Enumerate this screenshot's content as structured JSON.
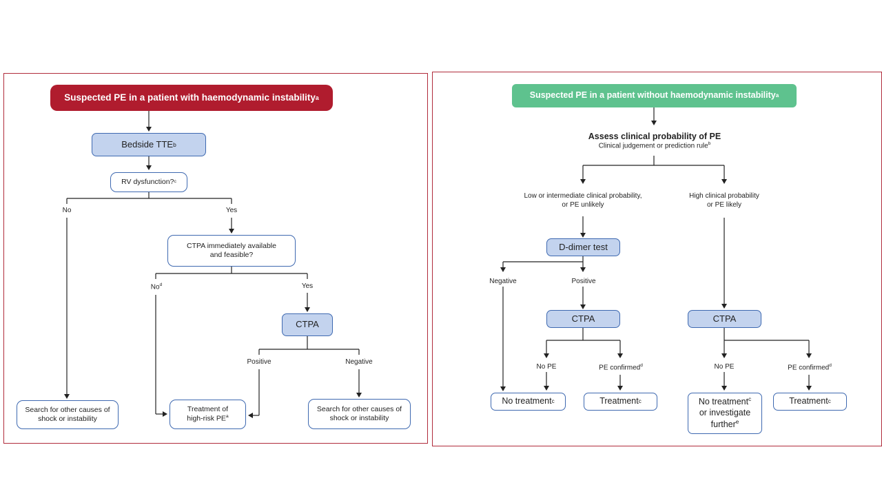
{
  "left": {
    "title": "Suspected PE in a patient with haemodynamic instability",
    "title_sup": "a",
    "bedside_tte": "Bedside TTE",
    "bedside_tte_sup": "b",
    "rv_dysfunction": "RV dysfunction?",
    "rv_dysfunction_sup": "c",
    "no": "No",
    "yes": "Yes",
    "ctpa_available_line1": "CTPA immediately available",
    "ctpa_available_line2": "and feasible?",
    "no_d": "No",
    "no_d_sup": "d",
    "yes2": "Yes",
    "ctpa": "CTPA",
    "positive": "Positive",
    "negative": "Negative",
    "search1_line1": "Search for other causes of",
    "search1_line2": "shock or instability",
    "treatment_line1": "Treatment of",
    "treatment_line2": "high-risk PE",
    "treatment_sup": "a",
    "search2_line1": "Search for other causes of",
    "search2_line2": "shock or instability"
  },
  "right": {
    "title": "Suspected PE in a patient without haemodynamic instability",
    "title_sup": "a",
    "assess": "Assess clinical probability of PE",
    "assess_sub": "Clinical judgement or prediction rule",
    "assess_sub_sup": "b",
    "low_line1": "Low or intermediate clinical probability,",
    "low_line2": "or PE unlikely",
    "high_line1": "High clinical probability",
    "high_line2": "or PE likely",
    "ddimer": "D-dimer test",
    "negative": "Negative",
    "positive": "Positive",
    "ctpa_mid": "CTPA",
    "ctpa_right": "CTPA",
    "no_pe_1": "No PE",
    "pe_confirmed_1": "PE confirmed",
    "pe_confirmed_1_sup": "d",
    "no_pe_2": "No PE",
    "pe_confirmed_2": "PE confirmed",
    "pe_confirmed_2_sup": "d",
    "no_treatment": "No treatment",
    "no_treatment_sup": "c",
    "treatment_1": "Treatment",
    "treatment_1_sup": "c",
    "no_treat_inv_line1": "No treatment",
    "no_treat_inv_line1_sup": "c",
    "no_treat_inv_line2": "or investigate",
    "no_treat_inv_line3": "further",
    "no_treat_inv_line3_sup": "e",
    "treatment_2": "Treatment",
    "treatment_2_sup": "c"
  },
  "colors": {
    "red_title": "#b01c2e",
    "green_title": "#5ec28e",
    "box_fill": "#c3d3ee",
    "box_border": "#3d68b0",
    "frame": "#b02a3a"
  }
}
